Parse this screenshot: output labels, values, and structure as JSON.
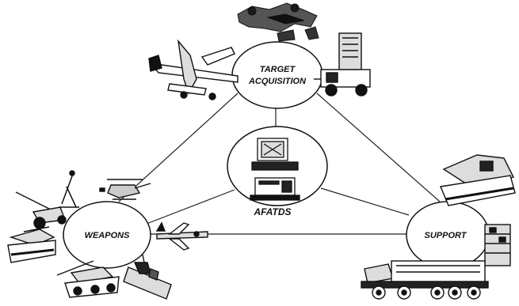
{
  "nodes": {
    "target": {
      "line1": "TARGET",
      "line2": "ACQUISITION"
    },
    "weapons": {
      "label": "WEAPONS"
    },
    "support": {
      "label": "SUPPORT"
    },
    "center": {
      "label": "AFATDS"
    }
  },
  "icons": {
    "target": [
      "aircraft-icon",
      "soldiers-icon",
      "radar-icon"
    ],
    "weapons": [
      "howitzer-icon",
      "mortar-icon",
      "helicopter-icon",
      "tank-icon",
      "self-propelled-artillery-icon",
      "battleship-icon",
      "missile-launcher-icon"
    ],
    "center": [
      "workstation-monitor-icon",
      "workstation-keyboard-icon"
    ],
    "links": [
      "fighter-jet-icon"
    ],
    "support": [
      "armored-vehicle-icon",
      "supply-truck-icon",
      "equipment-rack-icon"
    ]
  },
  "colors": {
    "ink": "#111111",
    "background": "#ffffff"
  }
}
